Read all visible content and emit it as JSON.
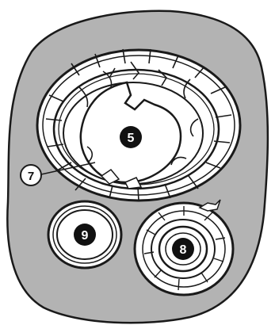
{
  "labels": {
    "five": "5",
    "seven": "7",
    "eight": "8",
    "nine": "9"
  },
  "colors": {
    "background": "#ffffff",
    "tissue": "#b3b3b3",
    "outline": "#1a1a1a",
    "lumen": "#ffffff",
    "marker": "#111111",
    "marker_text": "#ffffff"
  }
}
